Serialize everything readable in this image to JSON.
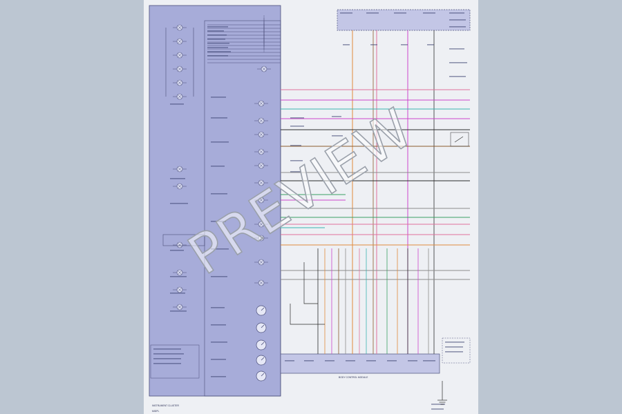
{
  "watermark": "PREVIEW",
  "cluster_caption": "INSTRUMENT CLUSTER",
  "module_caption": "BODY CONTROL MODULE",
  "footer_code": "MIDPL",
  "colors": {
    "page_bg": "#bcc6d2",
    "sheet": "#eef0f4",
    "cluster_fill": "#a7acd9",
    "module_fill": "#c3c6e6",
    "outline": "#4b4f7a",
    "wire_magenta": "#cc44cc",
    "wire_orange": "#e08a3c",
    "wire_pink": "#e0709c",
    "wire_green": "#3aa063",
    "wire_teal": "#3bb3b0",
    "wire_brown": "#8b5a2b",
    "wire_black": "#2b2b2b",
    "wire_gray": "#8c8c8c"
  }
}
